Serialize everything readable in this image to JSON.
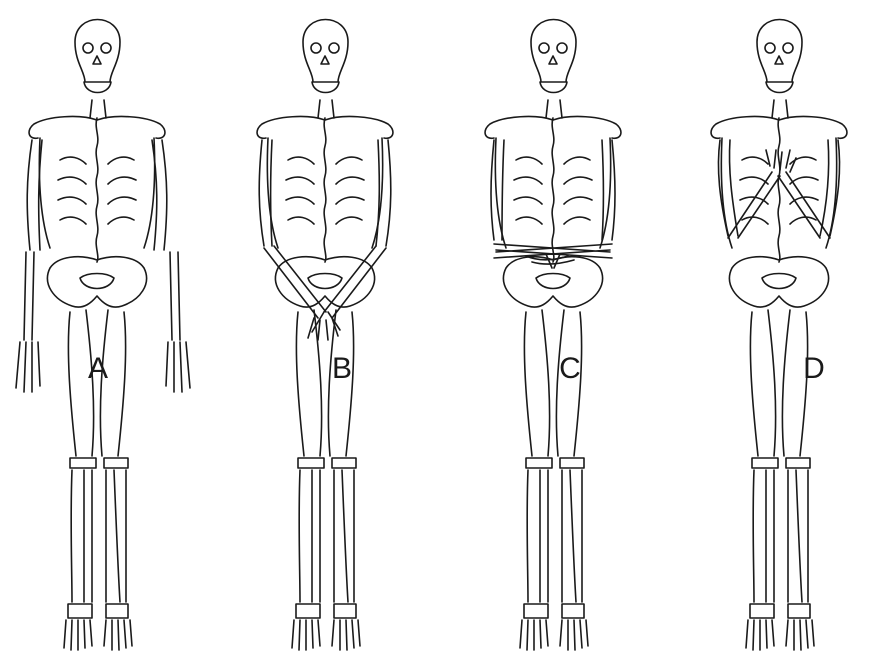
{
  "figure": {
    "panels": [
      {
        "label": "A",
        "arm_pose": "arms-at-sides"
      },
      {
        "label": "B",
        "arm_pose": "hands-over-pelvis"
      },
      {
        "label": "C",
        "arm_pose": "forearms-across-abdomen"
      },
      {
        "label": "D",
        "arm_pose": "hands-on-chest"
      }
    ]
  }
}
